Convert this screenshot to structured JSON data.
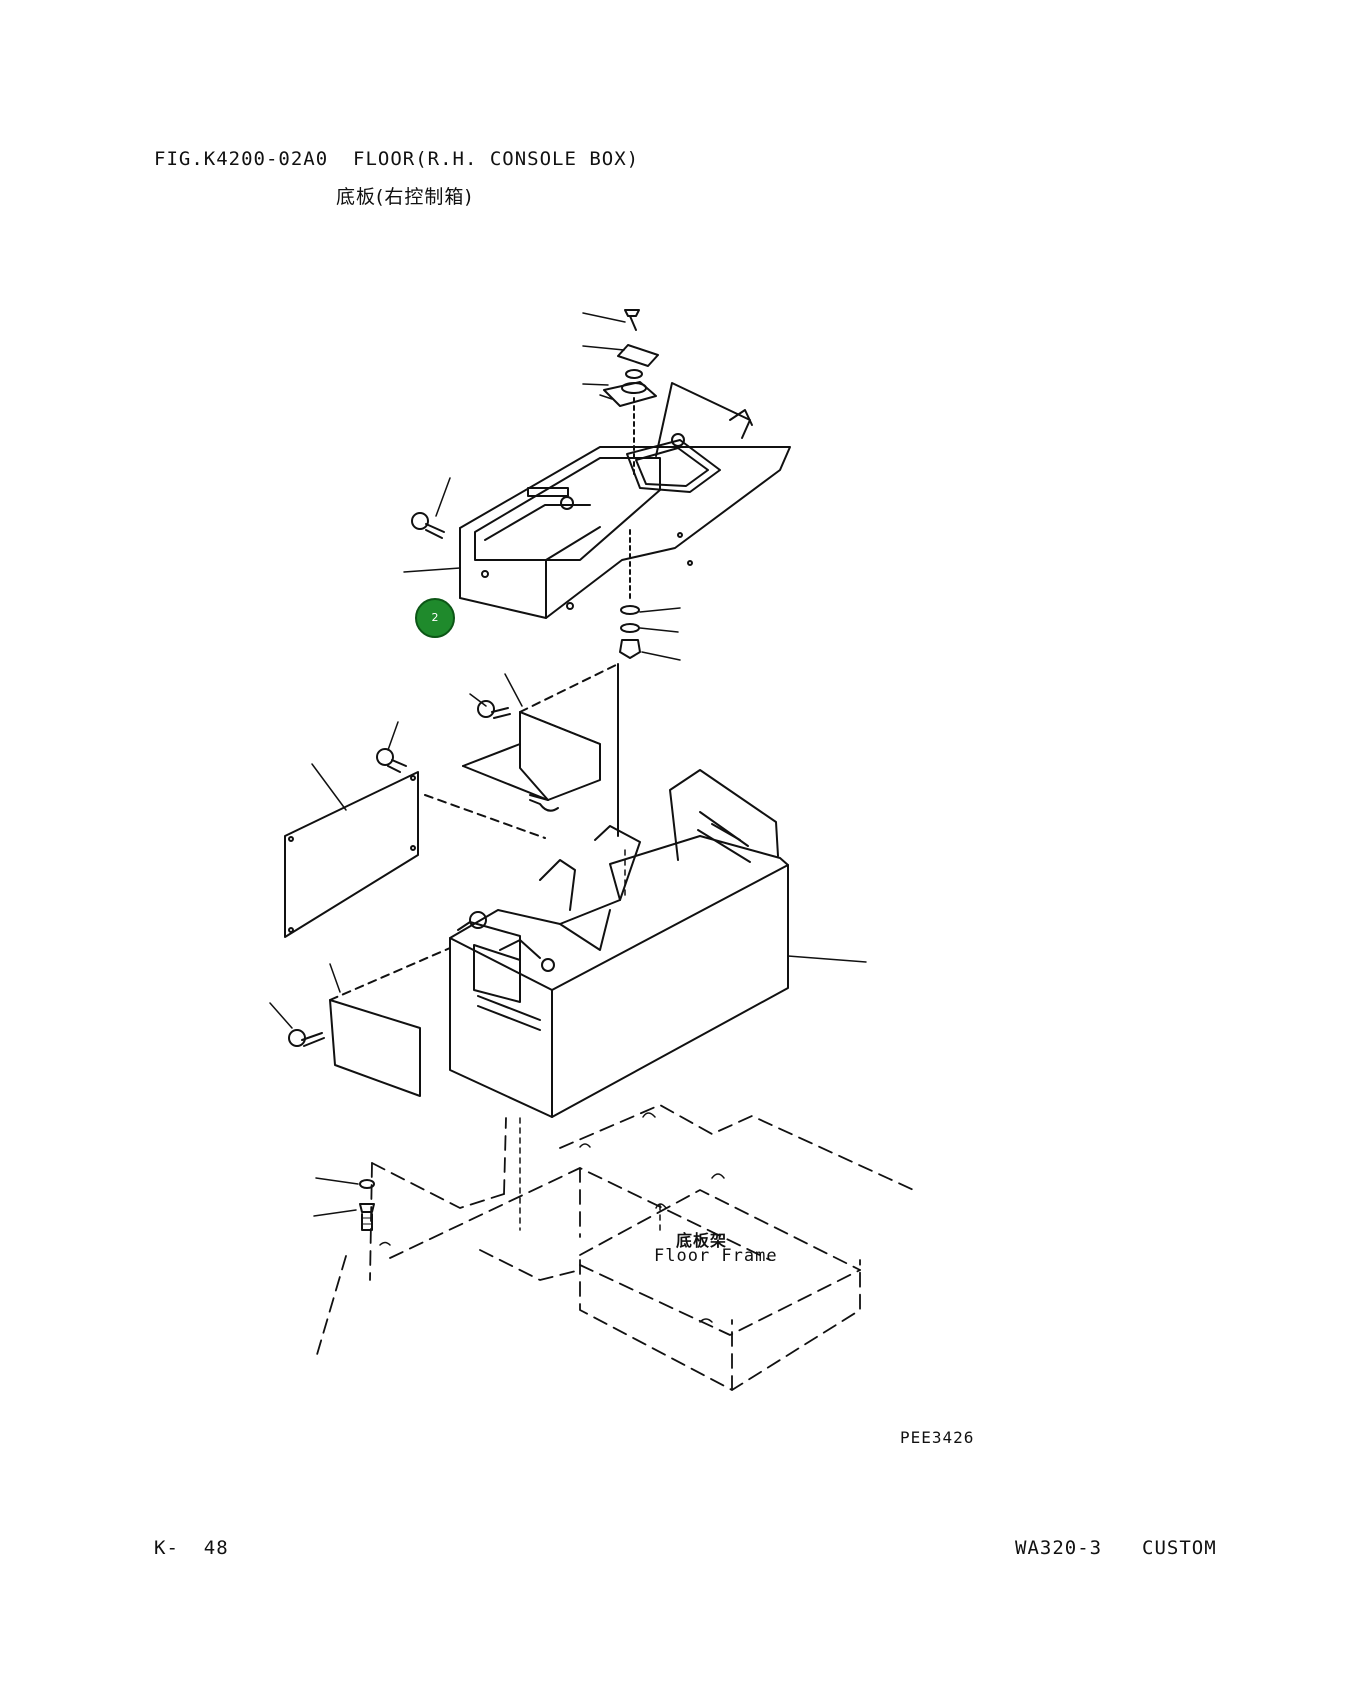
{
  "figure": {
    "title": "FIG.K4200-02A0  FLOOR(R.H. CONSOLE BOX)",
    "subtitle": "底板(右控制箱)"
  },
  "callouts": [
    {
      "label": "2",
      "color": "#1f8a2c"
    }
  ],
  "floor_frame": {
    "label_cn": "底板架",
    "label_en": "Floor Frame"
  },
  "drawing_code": "PEE3426",
  "footer": {
    "page": "K-  48",
    "model": "WA320-3",
    "edition": "CUSTOM"
  }
}
